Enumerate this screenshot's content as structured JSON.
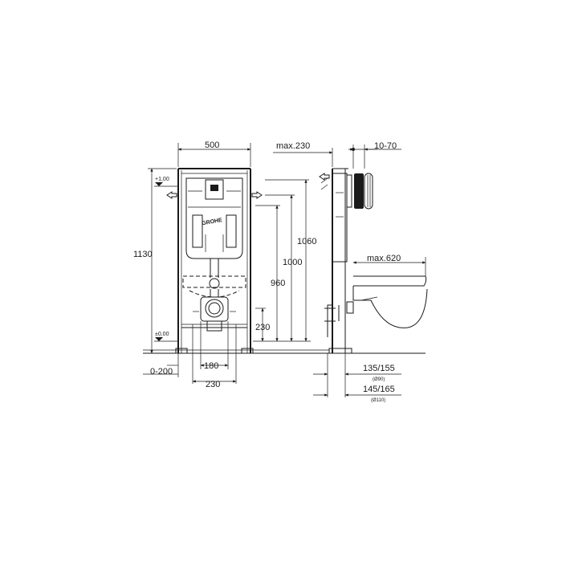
{
  "logo_text": "GROHE",
  "front_view": {
    "dim_width": "500",
    "dim_height_total": "1130",
    "dim_1060": "1060",
    "dim_1000": "1000",
    "dim_960": "960",
    "dim_230_vertical": "230",
    "dim_180": "180",
    "dim_230_bottom": "230",
    "dim_range_0_200": "0-200",
    "level_top": "+1,00",
    "level_floor": "±0,00"
  },
  "side_view": {
    "dim_max230": "max.230",
    "dim_10_70": "10-70",
    "dim_max620": "max.620",
    "dim_135_155": "135/155",
    "dia_90": "(Ø90)",
    "dim_145_165": "145/165",
    "dia_110": "(Ø110)"
  }
}
